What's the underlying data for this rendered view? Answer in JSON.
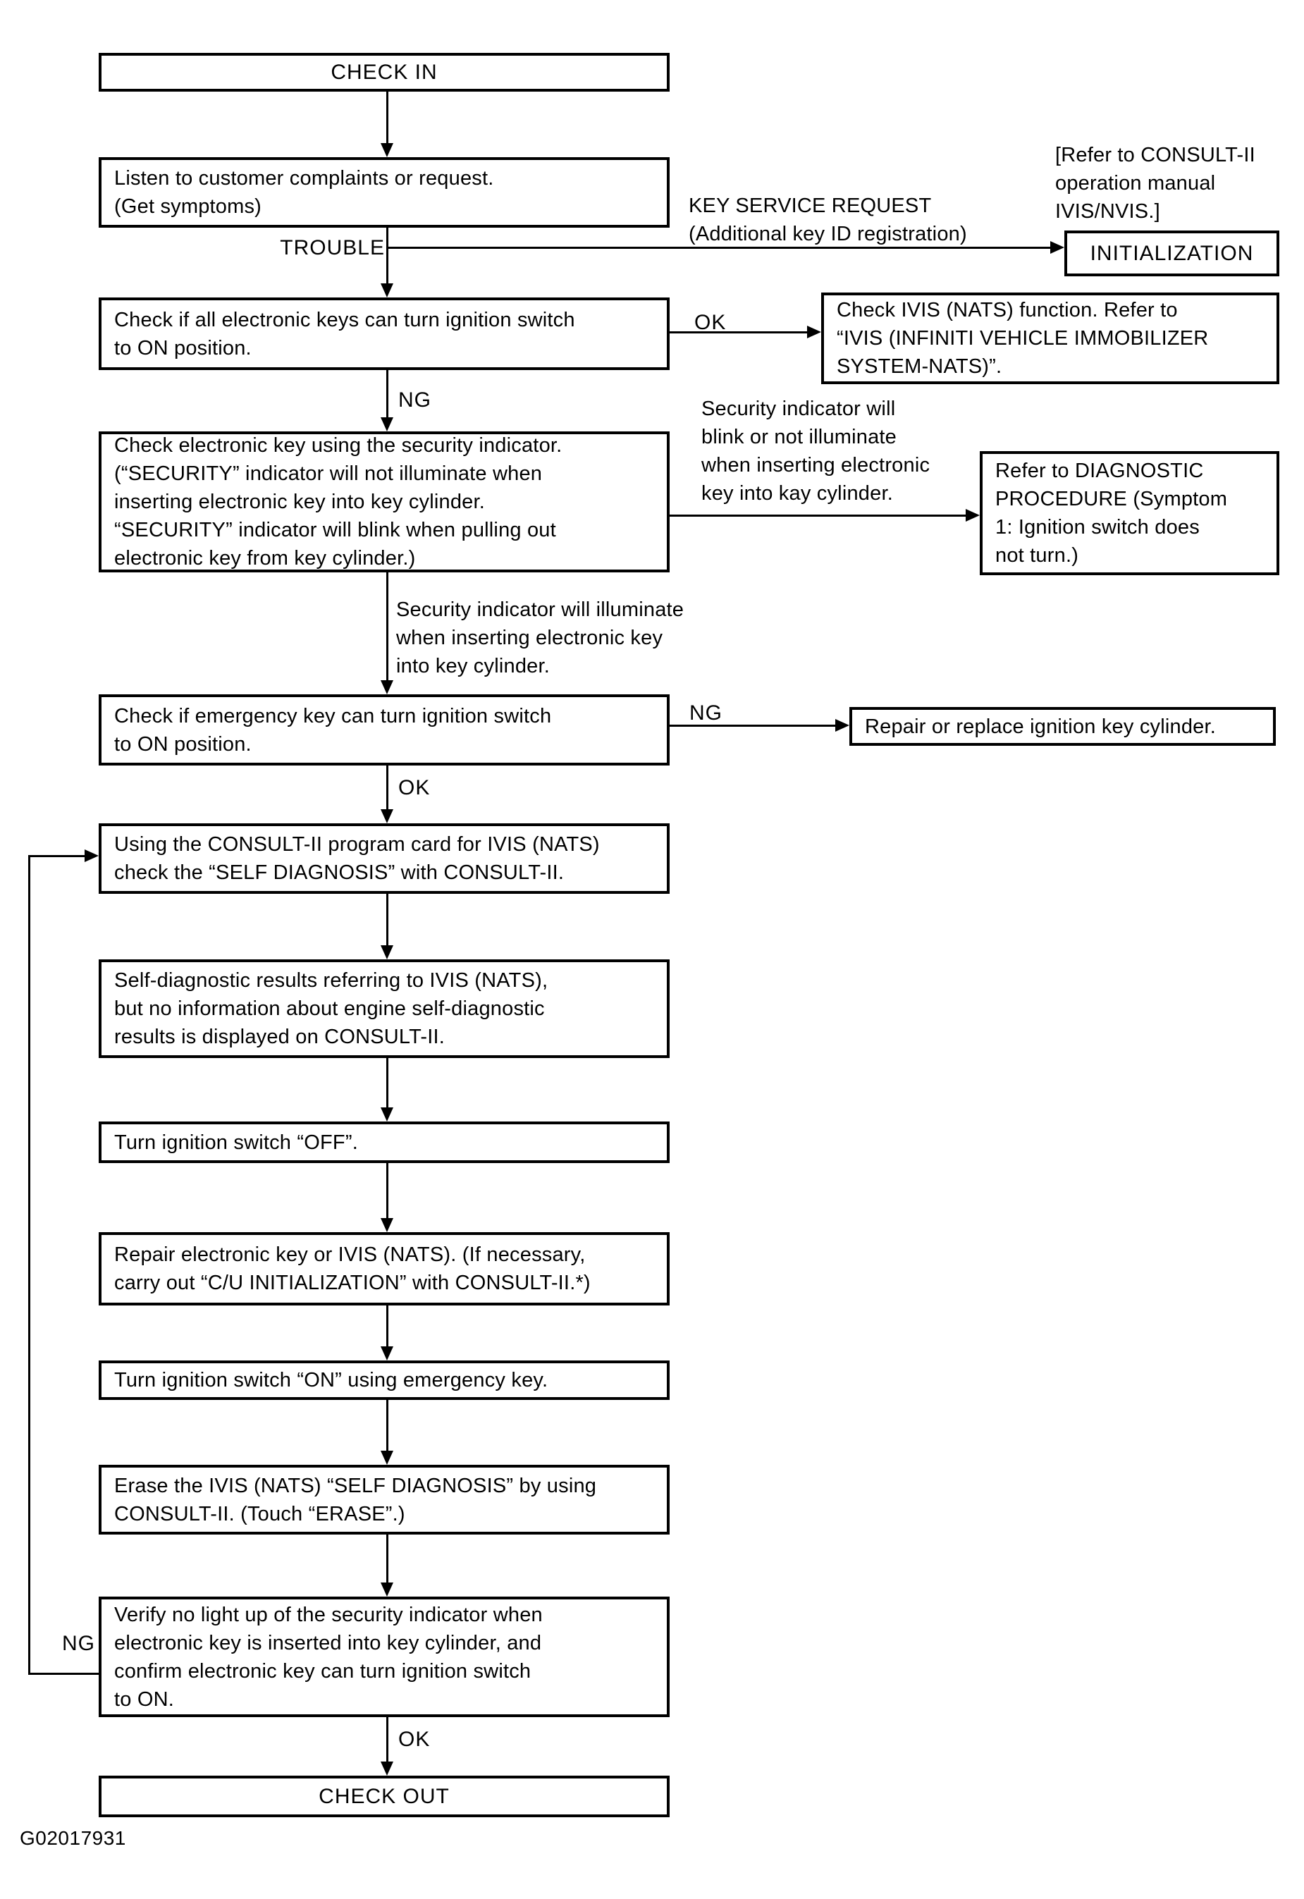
{
  "figure_id": "G02017931",
  "nodes": {
    "check_in": "CHECK IN",
    "listen": "Listen to customer complaints or request.\n(Get symptoms)",
    "check_all_keys": "Check if all electronic keys can turn ignition switch\nto ON position.",
    "check_ivis": "Check IVIS (NATS) function. Refer to\n“IVIS (INFINITI VEHICLE IMMOBILIZER\nSYSTEM-NATS)”.",
    "check_electronic_key": "Check electronic key using the security indicator.\n(“SECURITY” indicator will not illuminate when\ninserting electronic key into key cylinder.\n“SECURITY” indicator will blink when pulling out\nelectronic key from key cylinder.)",
    "refer_diagnostic": "Refer to DIAGNOSTIC\nPROCEDURE (Symptom\n1: Ignition switch does\nnot turn.)",
    "check_emergency_key": "Check if emergency key can turn ignition switch\nto ON position.",
    "repair_cylinder": "Repair or replace ignition key cylinder.",
    "initialization": "INITIALIZATION",
    "consult_self_diag": "Using the CONSULT-II program card for IVIS (NATS)\ncheck the “SELF DIAGNOSIS” with CONSULT-II.",
    "self_diag_results": "Self-diagnostic results referring to IVIS (NATS),\nbut no information about engine self-diagnostic\nresults is displayed on CONSULT-II.",
    "ignition_off": "Turn ignition switch “OFF”.",
    "repair_key": "Repair electronic key or IVIS (NATS). (If necessary,\ncarry out “C/U INITIALIZATION” with CONSULT-II.*)",
    "ignition_on": "Turn ignition switch “ON” using emergency key.",
    "erase_self_diag": "Erase the IVIS (NATS) “SELF DIAGNOSIS” by using\nCONSULT-II. (Touch “ERASE”.)",
    "verify_no_light": "Verify no light up of the security indicator when\nelectronic key is inserted into key cylinder, and\nconfirm electronic key can turn ignition switch\nto ON.",
    "check_out": "CHECK OUT"
  },
  "labels": {
    "trouble": "TROUBLE",
    "key_service_request": "KEY SERVICE REQUEST\n(Additional key ID registration)",
    "refer_consult_manual": "[Refer to CONSULT-II\noperation manual\nIVIS/NVIS.]",
    "ok_keys": "OK",
    "ng_keys": "NG",
    "blink_note": "Security indicator will\nblink or not illuminate\nwhen inserting electronic\nkey into kay cylinder.",
    "illuminate_note": "Security indicator will illuminate\nwhen inserting electronic key\ninto key cylinder.",
    "ng_emergency": "NG",
    "ok_emergency": "OK",
    "ng_verify": "NG",
    "ok_verify": "OK"
  }
}
